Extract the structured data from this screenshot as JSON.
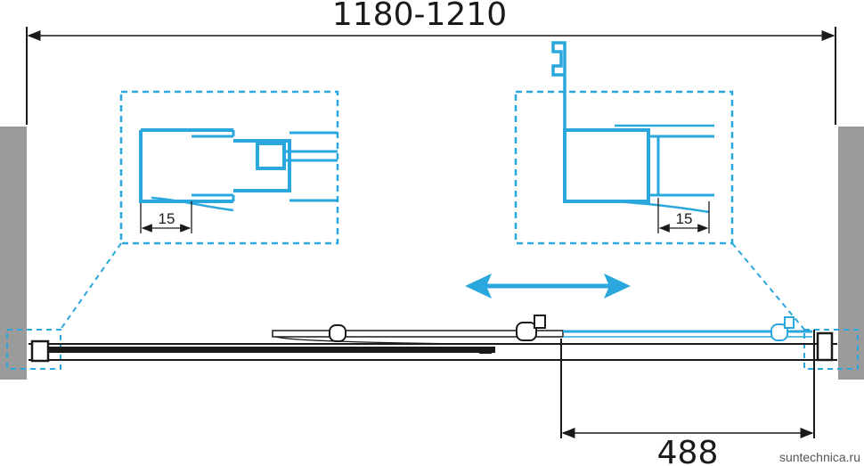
{
  "dimensions": {
    "overall_width": "1180-1210",
    "opening_width": "488",
    "left_gap": "15",
    "right_gap": "15"
  },
  "watermark": "suntechnica.ru",
  "colors": {
    "blue": "#2aa7dc",
    "dark": "#1a1a1a",
    "wall": "#9b9b9b",
    "wall_edge": "#7a7a7a"
  },
  "icons": {
    "slide_direction": "double-arrow-horizontal"
  }
}
